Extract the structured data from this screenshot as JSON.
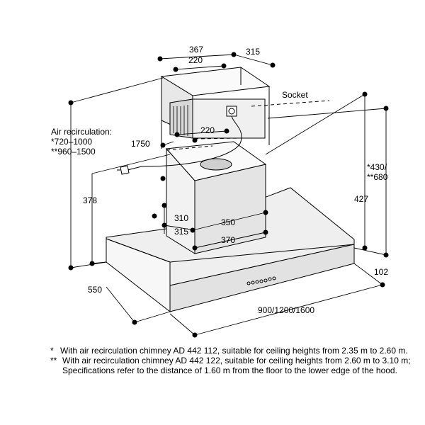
{
  "labels": {
    "air_recirculation": "Air recirculation:",
    "air_recirc_opt1": "*720–1000",
    "air_recirc_opt2": "**960–1500",
    "socket": "Socket",
    "d1750": "1750",
    "d367": "367",
    "d220_top": "220",
    "d315_top": "315",
    "d220_mid": "220",
    "d430": "*430/",
    "d680": "**680",
    "d427": "427",
    "d378": "378",
    "d310": "310",
    "d350": "350",
    "d315_low": "315",
    "d370": "370",
    "d550": "550",
    "d102": "102",
    "d900": "900/1200/1600"
  },
  "notes": [
    {
      "mark": "*",
      "text": "With air recirculation chimney AD 442 112, suitable for ceiling heights from 2.35 m to 2.60 m."
    },
    {
      "mark": "**",
      "text": "With air recirculation chimney AD 442 122, suitable for ceiling heights from 2.60 m to 3.10 m; Specifications refer to the distance of 1.60 m from the floor to the lower edge of the hood."
    }
  ],
  "colors": {
    "line": "#000000",
    "fill_light": "#f4f4f4",
    "fill_mid": "#e6e6e6",
    "fill_dark": "#d6d6d6"
  }
}
